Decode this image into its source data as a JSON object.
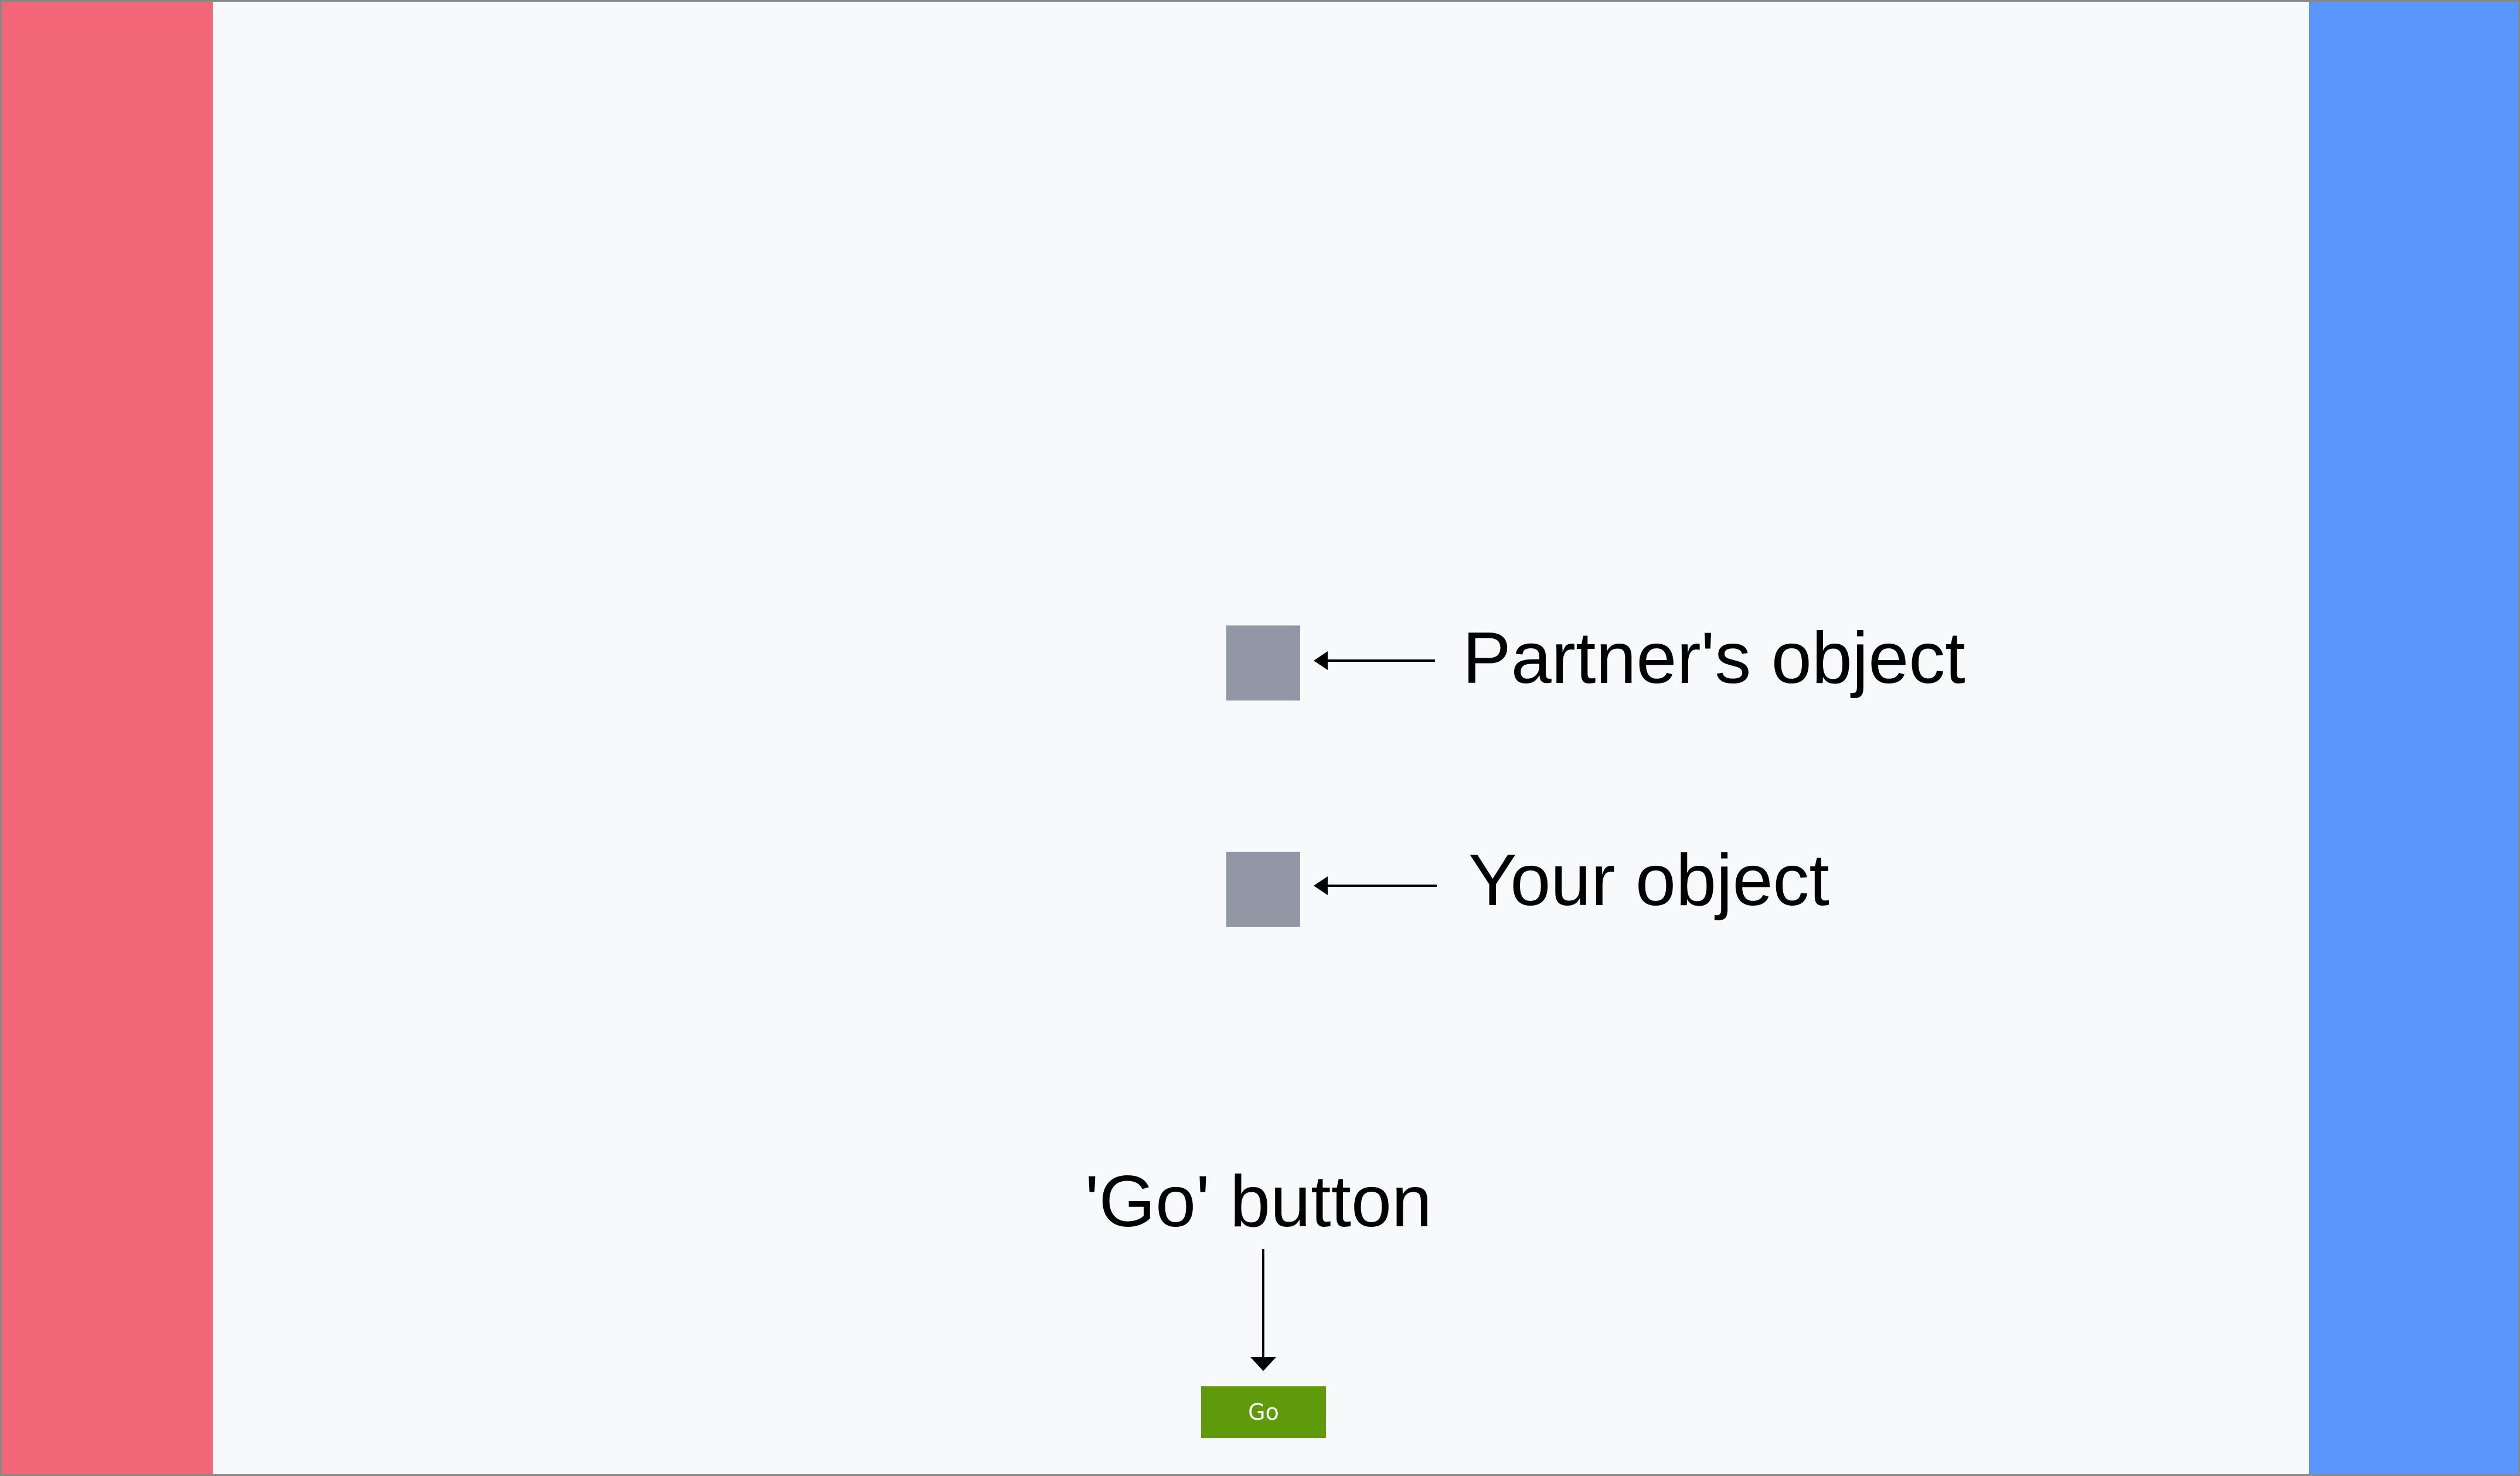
{
  "colors": {
    "left_bar": "#f26678",
    "right_bar": "#5b96ff",
    "background": "#f8f9fa",
    "object_fill": "#9197a4",
    "go_button": "#5f9a0b"
  },
  "annotations": {
    "partner_object": "Partner's object",
    "your_object": "Your object",
    "go_button": "'Go' button"
  },
  "go_button": {
    "label": "Go"
  },
  "icons": {
    "partner_arrow": "arrow-left-icon",
    "your_arrow": "arrow-left-icon",
    "go_arrow": "arrow-down-icon"
  }
}
